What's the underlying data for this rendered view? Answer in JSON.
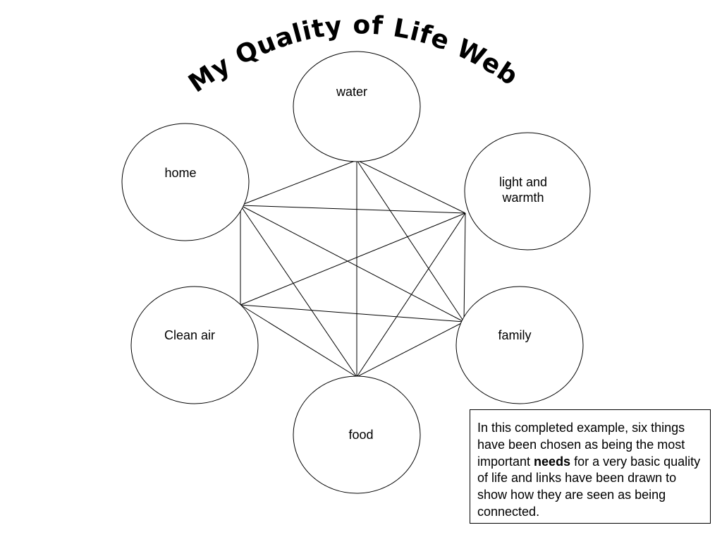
{
  "title": "My Quality of Life Web",
  "nodes": [
    {
      "id": "water",
      "lines": [
        "water"
      ]
    },
    {
      "id": "home",
      "lines": [
        "home"
      ]
    },
    {
      "id": "light-and-warmth",
      "lines": [
        "light and",
        "warmth"
      ]
    },
    {
      "id": "clean-air",
      "lines": [
        "Clean air"
      ]
    },
    {
      "id": "family",
      "lines": [
        "family"
      ]
    },
    {
      "id": "food",
      "lines": [
        "food"
      ]
    }
  ],
  "links": [
    [
      "water",
      "home"
    ],
    [
      "water",
      "light-and-warmth"
    ],
    [
      "water",
      "family"
    ],
    [
      "water",
      "food"
    ],
    [
      "home",
      "clean-air"
    ],
    [
      "home",
      "light-and-warmth"
    ],
    [
      "home",
      "family"
    ],
    [
      "home",
      "food"
    ],
    [
      "light-and-warmth",
      "family"
    ],
    [
      "light-and-warmth",
      "clean-air"
    ],
    [
      "light-and-warmth",
      "food"
    ],
    [
      "clean-air",
      "family"
    ],
    [
      "clean-air",
      "food"
    ],
    [
      "family",
      "food"
    ]
  ],
  "note": {
    "before": "In this completed example, six things have been chosen as being the most important ",
    "emphasis": "needs",
    "after": " for a very basic quality of life and links have been drawn to show how they are seen as being connected."
  }
}
